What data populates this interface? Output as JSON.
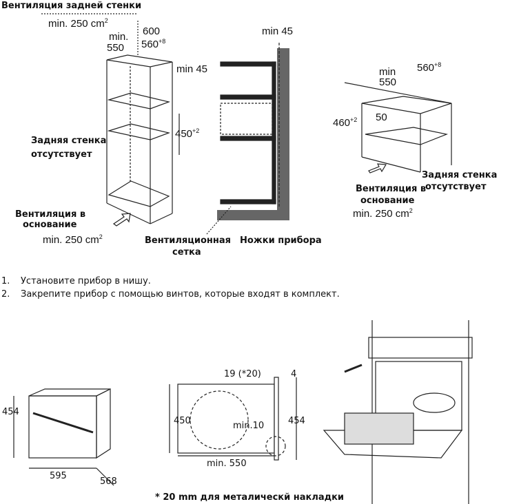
{
  "diagram1": {
    "title": "Вентиляция задней стенки",
    "vent_top": "min. 250 cm",
    "vent_top_sup": "2",
    "dim_600": "600",
    "dim_min": "min.",
    "dim_550": "550",
    "dim_560": "560",
    "dim_560_sup": "+8",
    "dim_min45": "min 45",
    "dim_450": "450",
    "dim_450_sup": "+2",
    "no_back_wall_1": "Задняя стенка",
    "no_back_wall_2": "отсутствует",
    "vent_base_1": "Вентиляция в",
    "vent_base_2": "основание",
    "vent_base_area": "min. 250 cm",
    "vent_base_sup": "2"
  },
  "diagram2": {
    "dim_min45": "min 45",
    "grille_1": "Вентиляционная",
    "grille_2": "сетка",
    "feet": "Ножки прибора"
  },
  "diagram3": {
    "dim_min": "min",
    "dim_550": "550",
    "dim_560": "560",
    "dim_560_sup": "+8",
    "dim_460": "460",
    "dim_460_sup": "+2",
    "dim_50": "50",
    "no_back_wall_1": "Задняя стенка",
    "no_back_wall_2": "отсутствует",
    "vent_base_1": "Вентиляция в",
    "vent_base_2": "основание",
    "vent_base_area": "min. 250 cm",
    "vent_base_sup": "2"
  },
  "steps": [
    {
      "num": "1.",
      "text": "Установите прибор в нишу."
    },
    {
      "num": "2.",
      "text": "Закрепите прибор с помощью винтов, которые входят в комплект."
    }
  ],
  "appliance": {
    "height": "454",
    "width": "595",
    "depth": "568"
  },
  "section": {
    "dim_19": "19 (*20)",
    "dim_4": "4",
    "dim_450": "450",
    "dim_min10": "min.10",
    "dim_454": "454",
    "dim_min550": "min. 550",
    "footnote": "* 20 mm для металическй накладки"
  }
}
